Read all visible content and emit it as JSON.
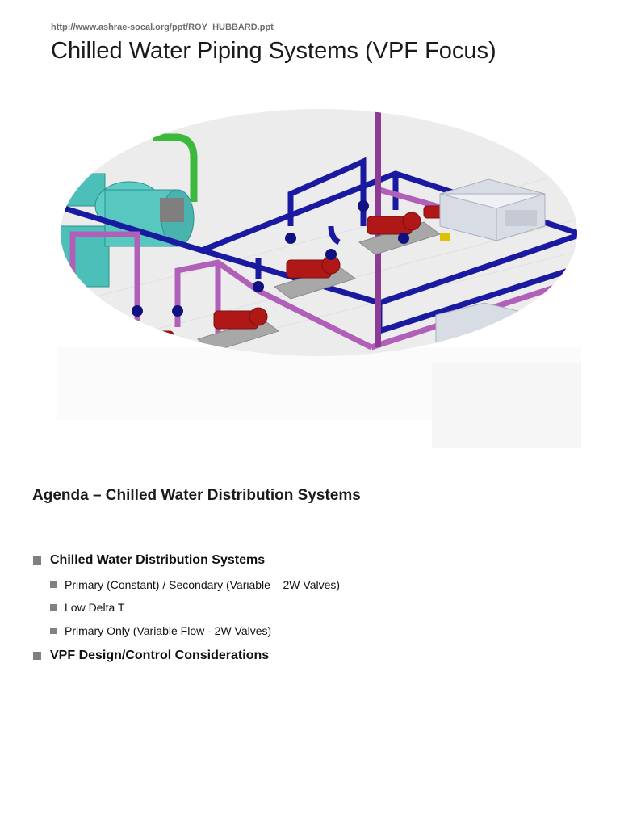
{
  "slide1": {
    "source_url": "http://www.ashrae-socal.org/ppt/ROY_HUBBARD.ppt",
    "title": "Chilled Water Piping Systems (VPF Focus)",
    "diagram": {
      "subject": "3D rendering of chilled water piping with chiller, pumps and air handlers",
      "colors": {
        "supply_pipe": "#1a1aa0",
        "return_pipe": "#b060b8",
        "condenser_pipe": "#3cb83c",
        "chiller": "#4bbfb8",
        "pump": "#b01818",
        "pad": "#a8a8a8",
        "ahu": "#d8dce4"
      }
    }
  },
  "slide2": {
    "title": "Agenda – Chilled Water Distribution Systems",
    "items": [
      {
        "label": "Chilled Water Distribution Systems",
        "subitems": [
          "Primary (Constant) / Secondary (Variable – 2W Valves)",
          "Low Delta T",
          "Primary Only (Variable Flow - 2W Valves)"
        ]
      },
      {
        "label": "VPF Design/Control Considerations",
        "subitems": []
      }
    ]
  }
}
